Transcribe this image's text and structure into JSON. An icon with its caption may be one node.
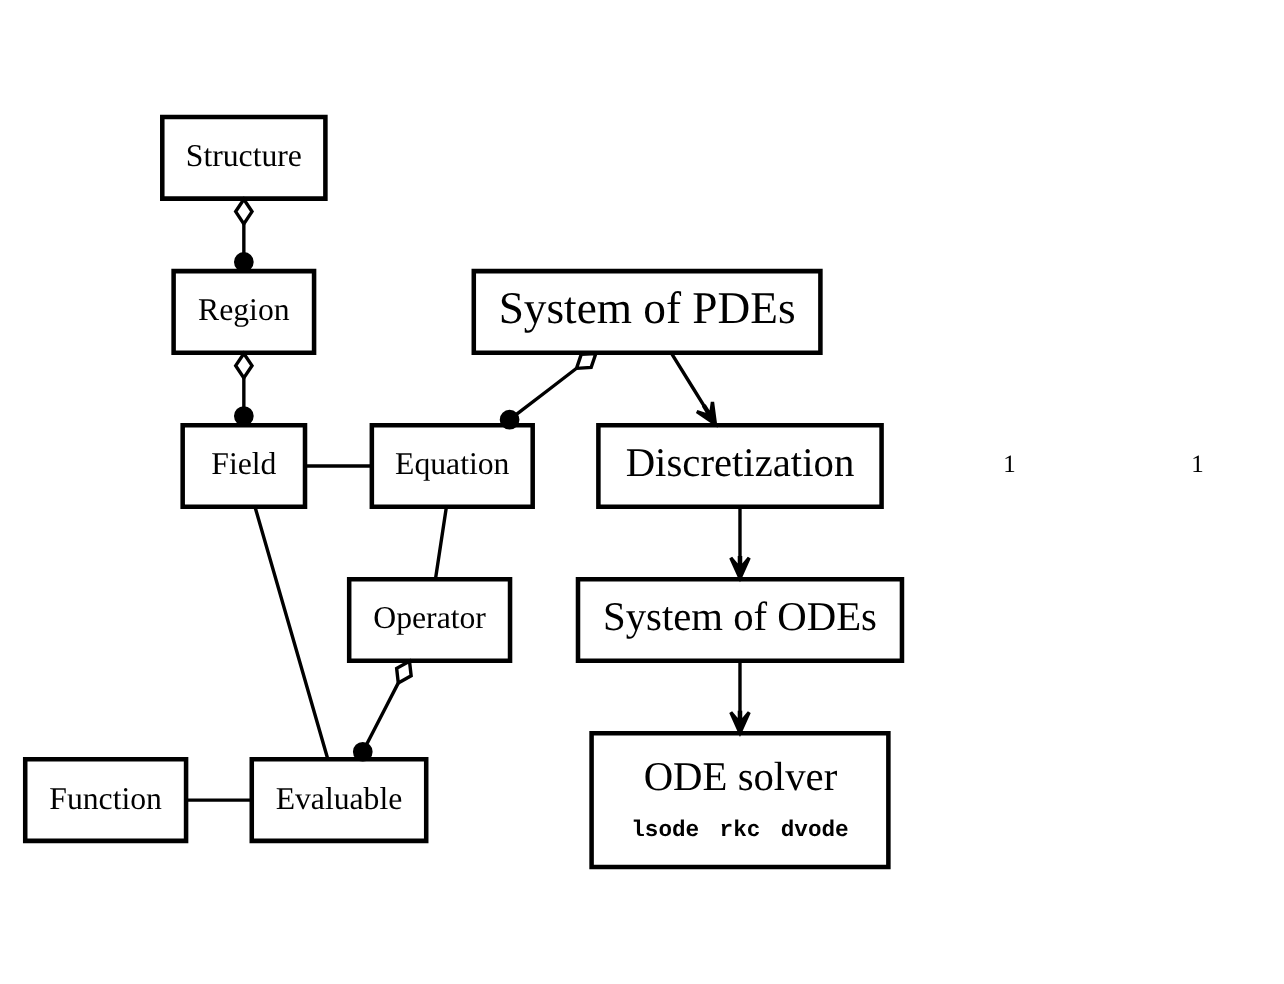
{
  "diagram": {
    "nodes": [
      {
        "text": [
          "System of PDEs"
        ]
      },
      {
        "text": [
          "Structure"
        ]
      },
      {
        "text": [
          "Region"
        ]
      },
      {
        "text": [
          "Field"
        ]
      },
      {
        "text": [
          "Equation"
        ]
      },
      {
        "text": [
          "Operator"
        ]
      },
      {
        "text": [
          "Function"
        ]
      },
      {
        "text": [
          "Evaluable"
        ]
      },
      {
        "text": [
          "Discretization"
        ]
      },
      {
        "text": [
          "System of ODEs"
        ]
      },
      {
        "text": [
          "ODE solver",
          "lsode",
          "rkc",
          "dvode"
        ]
      }
    ],
    "edges": [
      {
        "from": 0,
        "to": 4,
        "arrow": "other"
      },
      {
        "from": 1,
        "to": 2,
        "arrow": "other"
      },
      {
        "from": 2,
        "to": 3,
        "arrow": "other"
      },
      {
        "from": 3,
        "to": 4,
        "arrow": "none"
      },
      {
        "from": 4,
        "to": 5,
        "arrow": "none"
      },
      {
        "from": 5,
        "to": 7,
        "arrow": "other"
      },
      {
        "from": 3,
        "to": 7,
        "arrow": "none"
      },
      {
        "from": 6,
        "to": 7,
        "arrow": "none"
      },
      {
        "from": 0,
        "to": 8,
        "arrow": "to"
      },
      {
        "from": 8,
        "to": 9,
        "arrow": "to"
      },
      {
        "from": 9,
        "to": 10,
        "arrow": "to"
      }
    ],
    "labels": [
      "1",
      "1"
    ]
  }
}
